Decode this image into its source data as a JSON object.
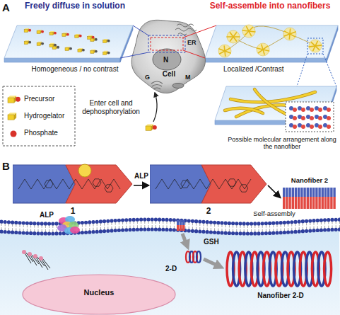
{
  "diagram": {
    "nodes": [
      {
        "text": [
          "Freely diffuse in solution",
          "Homogeneous / no contrast"
        ]
      },
      {
        "text": [
          "Self-assemble into nanofibers",
          "Localized /Contrast"
        ]
      },
      {
        "text": [
          "Cell"
        ]
      },
      {
        "text": [
          "1"
        ]
      },
      {
        "text": [
          "2"
        ]
      },
      {
        "text": [
          "Nanofiber 2"
        ]
      },
      {
        "text": [
          "Nanofiber 2-D"
        ]
      },
      {
        "text": [
          "Nucleus"
        ]
      }
    ],
    "edges": [
      {
        "from": 3,
        "to": 4,
        "label": "ALP",
        "arrow": "to"
      },
      {
        "from": 4,
        "to": 5,
        "label": "Self-assembly",
        "arrow": "to"
      }
    ],
    "labels": [
      "A",
      "ER",
      "N",
      "G",
      "M",
      "Enter cell and dephosphorylation",
      "Possible molecular arrangement along the nanofiber",
      "B",
      "ALP",
      "GSH",
      "2-D"
    ],
    "legend": [
      {
        "text": "Precursor"
      },
      {
        "text": "Hydrogelator"
      },
      {
        "text": "Phosphate"
      }
    ]
  }
}
